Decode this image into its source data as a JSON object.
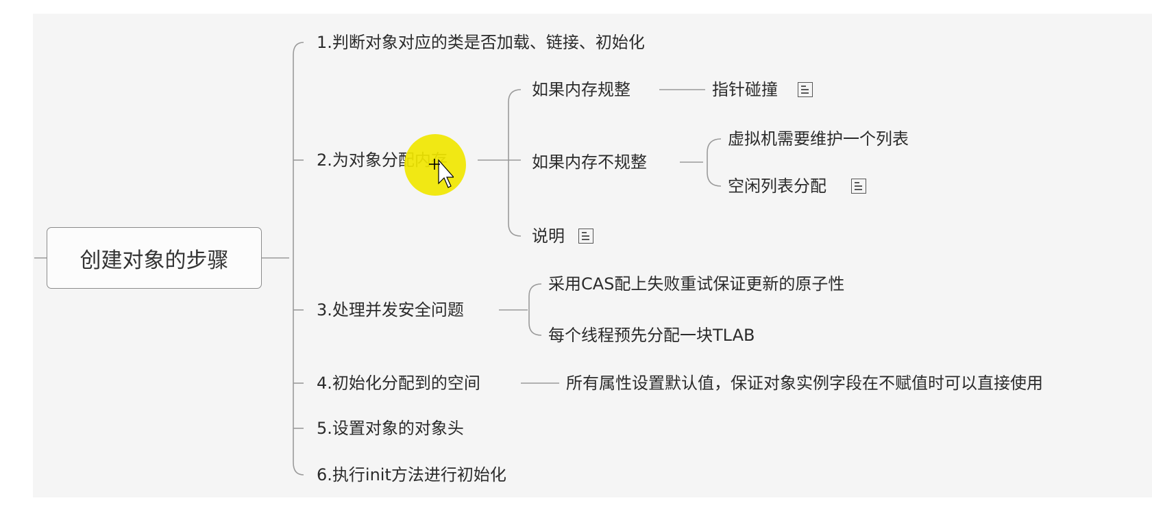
{
  "root": {
    "label": "创建对象的步骤"
  },
  "steps": [
    {
      "label": "1.判断对象对应的类是否加载、链接、初始化"
    },
    {
      "label": "2.为对象分配内存",
      "children": [
        {
          "label": "如果内存规整",
          "detail": "指针碰撞",
          "detail_has_note": true
        },
        {
          "label": "如果内存不规整",
          "children": [
            {
              "label": "虚拟机需要维护一个列表",
              "has_note": false
            },
            {
              "label": "空闲列表分配",
              "has_note": true
            }
          ]
        },
        {
          "label": "说明",
          "has_note": true
        }
      ]
    },
    {
      "label": "3.处理并发安全问题",
      "children": [
        {
          "label": "采用CAS配上失败重试保证更新的原子性"
        },
        {
          "label": "每个线程预先分配一块TLAB"
        }
      ]
    },
    {
      "label": "4.初始化分配到的空间",
      "detail": "所有属性设置默认值，保证对象实例字段在不赋值时可以直接使用"
    },
    {
      "label": "5.设置对象的对象头"
    },
    {
      "label": "6.执行init方法进行初始化"
    }
  ],
  "icons": {
    "note": "note-icon",
    "cursor": "move-cursor-icon"
  },
  "colors": {
    "background": "#f5f5f5",
    "line": "#9a9a9a",
    "text": "#2b2b2b",
    "highlight": "#f0e600"
  }
}
